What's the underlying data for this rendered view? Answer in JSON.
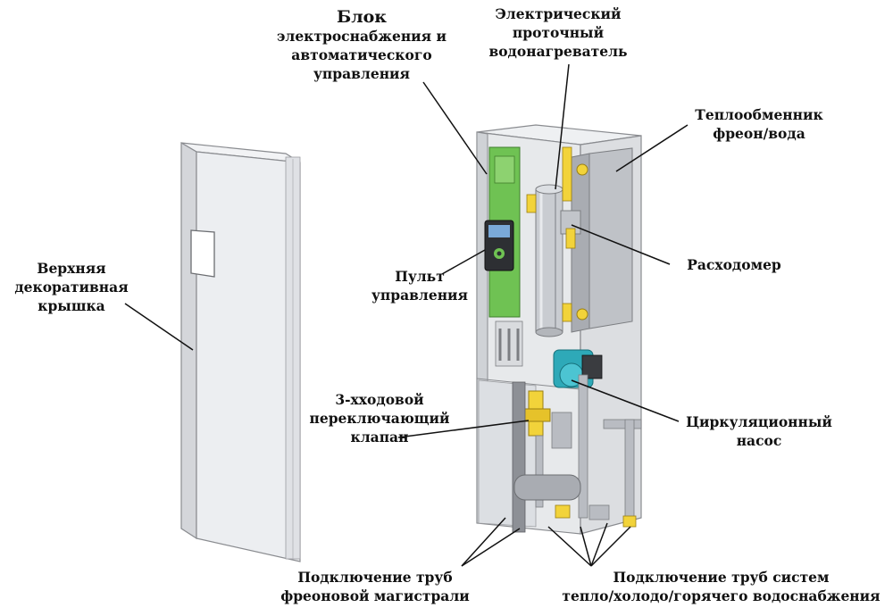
{
  "labels": {
    "block_title": "Блок",
    "block_line1": "электроснабжения и",
    "block_line2": "автоматического",
    "block_line3": "управления",
    "heater_line1": "Электрический",
    "heater_line2": "проточный",
    "heater_line3": "водонагреватель",
    "exchanger_line1": "Теплообменник",
    "exchanger_line2": "фреон/вода",
    "cover_line1": "Верхняя",
    "cover_line2": "декоративная",
    "cover_line3": "крышка",
    "panel_line1": "Пульт",
    "panel_line2": "управления",
    "flowmeter": "Расходомер",
    "valve_line1": "3-хходовой",
    "valve_line2": "переключающий",
    "valve_line3": "клапан",
    "pump_line1": "Циркуляционный",
    "pump_line2": "насос",
    "freon_line1": "Подключение труб",
    "freon_line2": "фреоновой магистрали",
    "systems_line1": "Подключение труб систем",
    "systems_line2": "тепло/холодо/горячего водоснабжения"
  },
  "colors": {
    "casing": "#e6e7ea",
    "casing_edge": "#8a8c90",
    "pcb": "#6fc253",
    "brass": "#f2d33a",
    "pump": "#2ea9b8",
    "pipe": "#b9bcc2",
    "leader": "#111111"
  }
}
